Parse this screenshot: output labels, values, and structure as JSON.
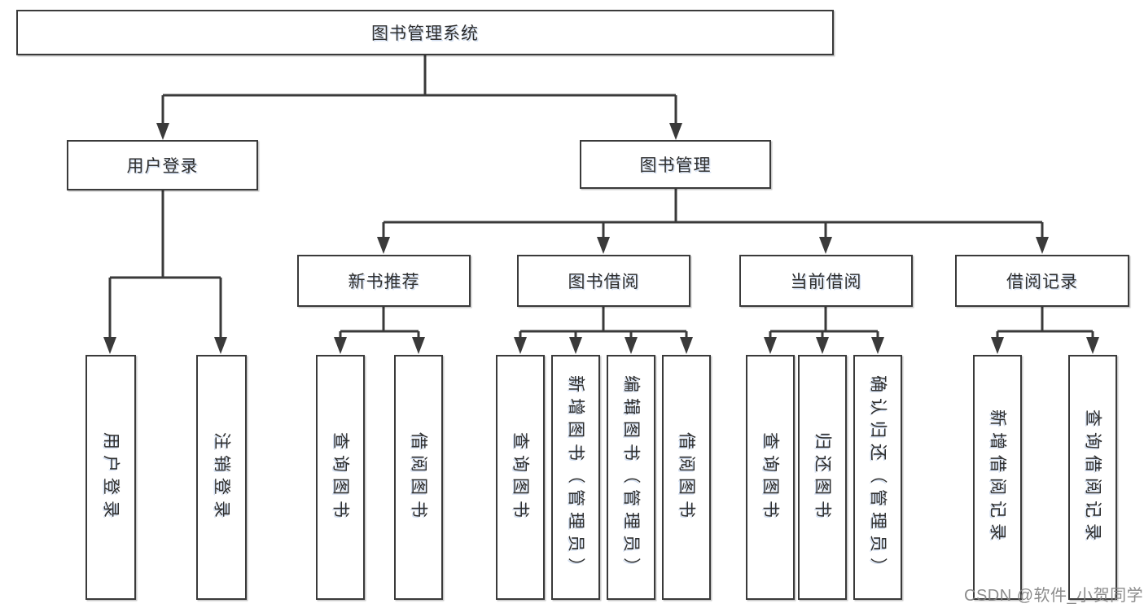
{
  "diagram": {
    "type": "hierarchy-tree",
    "root": {
      "label": "图书管理系统"
    },
    "branches": [
      {
        "label": "用户登录",
        "children": [
          "用户登录",
          "注销登录"
        ]
      },
      {
        "label": "图书管理",
        "groups": [
          {
            "label": "新书推荐",
            "children": [
              "查询图书",
              "借阅图书"
            ]
          },
          {
            "label": "图书借阅",
            "children": [
              "查询图书",
              "新增图书（管理员）",
              "编辑图书（管理员）",
              "借阅图书"
            ]
          },
          {
            "label": "当前借阅",
            "children": [
              "查询图书",
              "归还图书",
              "确认归还（管理员）"
            ]
          },
          {
            "label": "借阅记录",
            "children": [
              "新增借阅记录",
              "查询借阅记录"
            ]
          }
        ]
      }
    ]
  },
  "watermark": {
    "text": "CSDN @软件_小贺同学"
  },
  "colors": {
    "background": "#ffffff",
    "line": "#3a3a3a",
    "box_border": "#3a3a3a",
    "text": "#2e2e2e",
    "watermark": "#828282"
  }
}
